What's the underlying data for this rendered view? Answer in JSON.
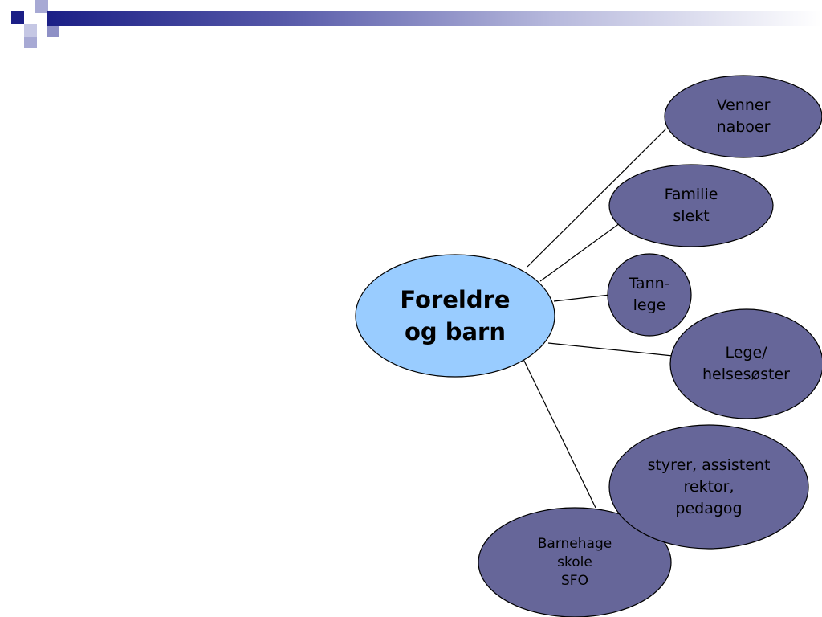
{
  "colors": {
    "center_fill": "#99ccff",
    "node_fill": "#666699",
    "stroke": "#000000",
    "header_dark": "#1b1f86"
  },
  "center": {
    "label": "Foreldre\nog barn"
  },
  "nodes": [
    {
      "id": "venner",
      "label": "Venner\nnaboer"
    },
    {
      "id": "familie",
      "label": "Familie\nslekt"
    },
    {
      "id": "tannlege",
      "label": "Tann-\nlege"
    },
    {
      "id": "lege",
      "label": "Lege/\nhelsesøster"
    },
    {
      "id": "styrer",
      "label": "styrer, assistent\nrektor,\npedagog"
    },
    {
      "id": "barnehage",
      "label": "Barnehage\nskole\nSFO"
    }
  ]
}
